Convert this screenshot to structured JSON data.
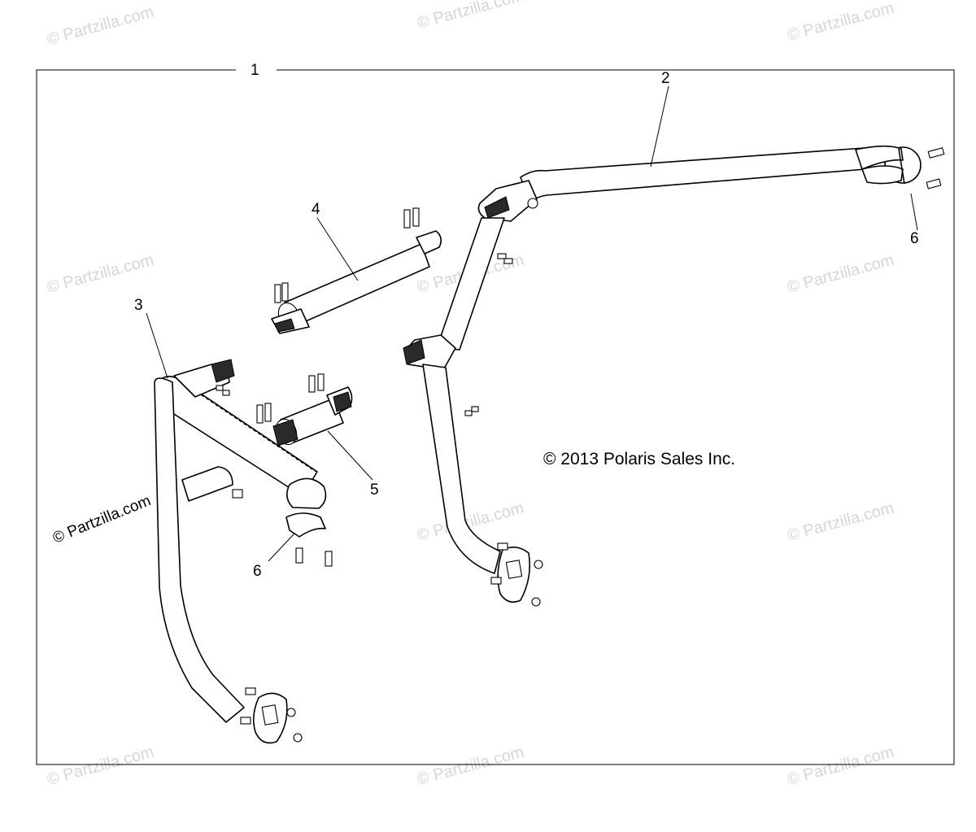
{
  "watermark_text": "© Partzilla.com",
  "copyright_notice": "© 2013 Polaris Sales Inc.",
  "callouts": {
    "c1": "1",
    "c2": "2",
    "c3": "3",
    "c4": "4",
    "c5": "5",
    "c6a": "6",
    "c6b": "6"
  }
}
